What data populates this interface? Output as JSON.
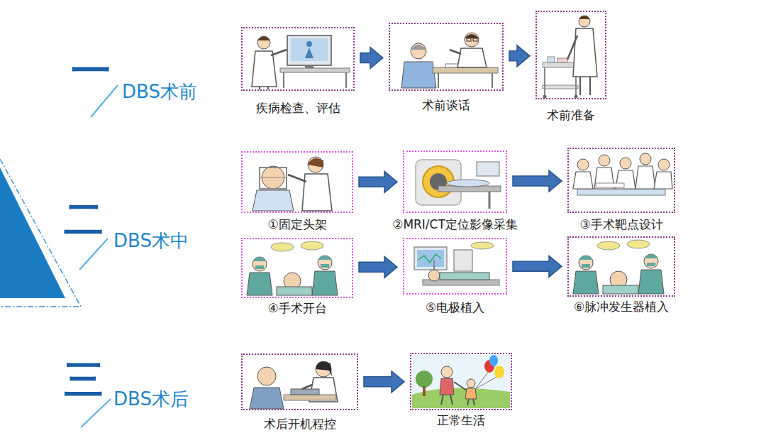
{
  "diagram": {
    "nodes": [
      {
        "text": [
          "疾病检查、评估"
        ]
      },
      {
        "text": [
          "术前谈话"
        ]
      },
      {
        "text": [
          "术前准备"
        ]
      },
      {
        "text": [
          "①固定头架"
        ]
      },
      {
        "text": [
          "②MRI/CT定位影像采集"
        ]
      },
      {
        "text": [
          "③手术靶点设计"
        ]
      },
      {
        "text": [
          "④手术开台"
        ]
      },
      {
        "text": [
          "⑤电极植入"
        ]
      },
      {
        "text": [
          "⑥脉冲发生器植入"
        ]
      },
      {
        "text": [
          "术后开机程控"
        ]
      },
      {
        "text": [
          "正常生活"
        ]
      }
    ],
    "edges": [
      {
        "from": 0,
        "to": 1,
        "arrow": "to"
      },
      {
        "from": 1,
        "to": 2,
        "arrow": "to"
      },
      {
        "from": 3,
        "to": 4,
        "arrow": "to"
      },
      {
        "from": 4,
        "to": 5,
        "arrow": "to"
      },
      {
        "from": 6,
        "to": 7,
        "arrow": "to"
      },
      {
        "from": 7,
        "to": 8,
        "arrow": "to"
      },
      {
        "from": 9,
        "to": 10,
        "arrow": "to"
      }
    ],
    "labels": [
      "一",
      "DBS术前",
      "二",
      "DBS术中",
      "三",
      "DBS术后"
    ]
  }
}
